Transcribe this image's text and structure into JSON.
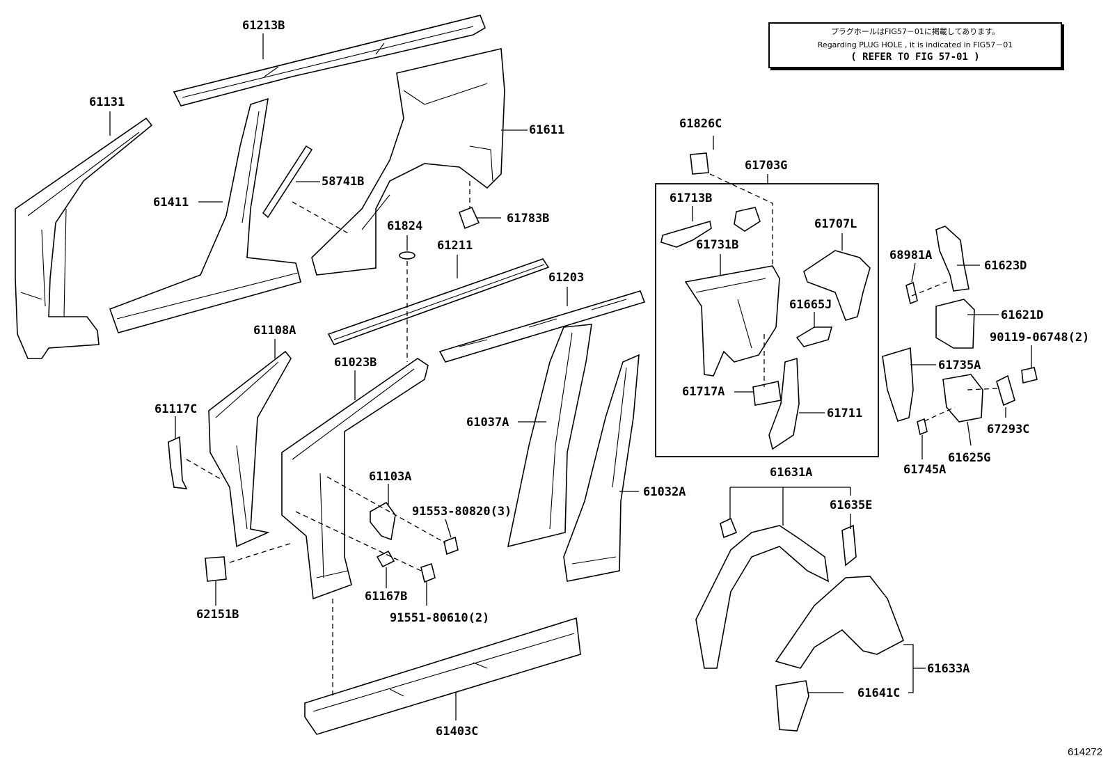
{
  "note": {
    "line_jp": "プラグホールはFIG57－01に掲載してあります。",
    "line_en": "Regarding PLUG HOLE , it is indicated in FIG57－01",
    "line_ref": "( REFER TO FIG 57-01 )"
  },
  "figure_number": "614272",
  "labels": {
    "p61213B": "61213B",
    "p61131": "61131",
    "p61611": "61611",
    "p58741B": "58741B",
    "p61411": "61411",
    "p61783B": "61783B",
    "p61824": "61824",
    "p61211": "61211",
    "p61203": "61203",
    "p61826C": "61826C",
    "p61703G": "61703G",
    "p61713B": "61713B",
    "p61731B": "61731B",
    "p61707L": "61707L",
    "p61665J": "61665J",
    "p61717A": "61717A",
    "p61711": "61711",
    "p68981A": "68981A",
    "p61623D": "61623D",
    "p61621D": "61621D",
    "p90119": "90119-06748(2)",
    "p61735A": "61735A",
    "p67293C": "67293C",
    "p61625G": "61625G",
    "p61745A": "61745A",
    "p61108A": "61108A",
    "p61023B": "61023B",
    "p61117C": "61117C",
    "p61037A": "61037A",
    "p61103A": "61103A",
    "p91553": "91553-80820(3)",
    "p61032A": "61032A",
    "p62151B": "62151B",
    "p61167B": "61167B",
    "p91551": "91551-80610(2)",
    "p61631A": "61631A",
    "p61635E": "61635E",
    "p61633A": "61633A",
    "p61641C": "61641C",
    "p61403C": "61403C"
  }
}
